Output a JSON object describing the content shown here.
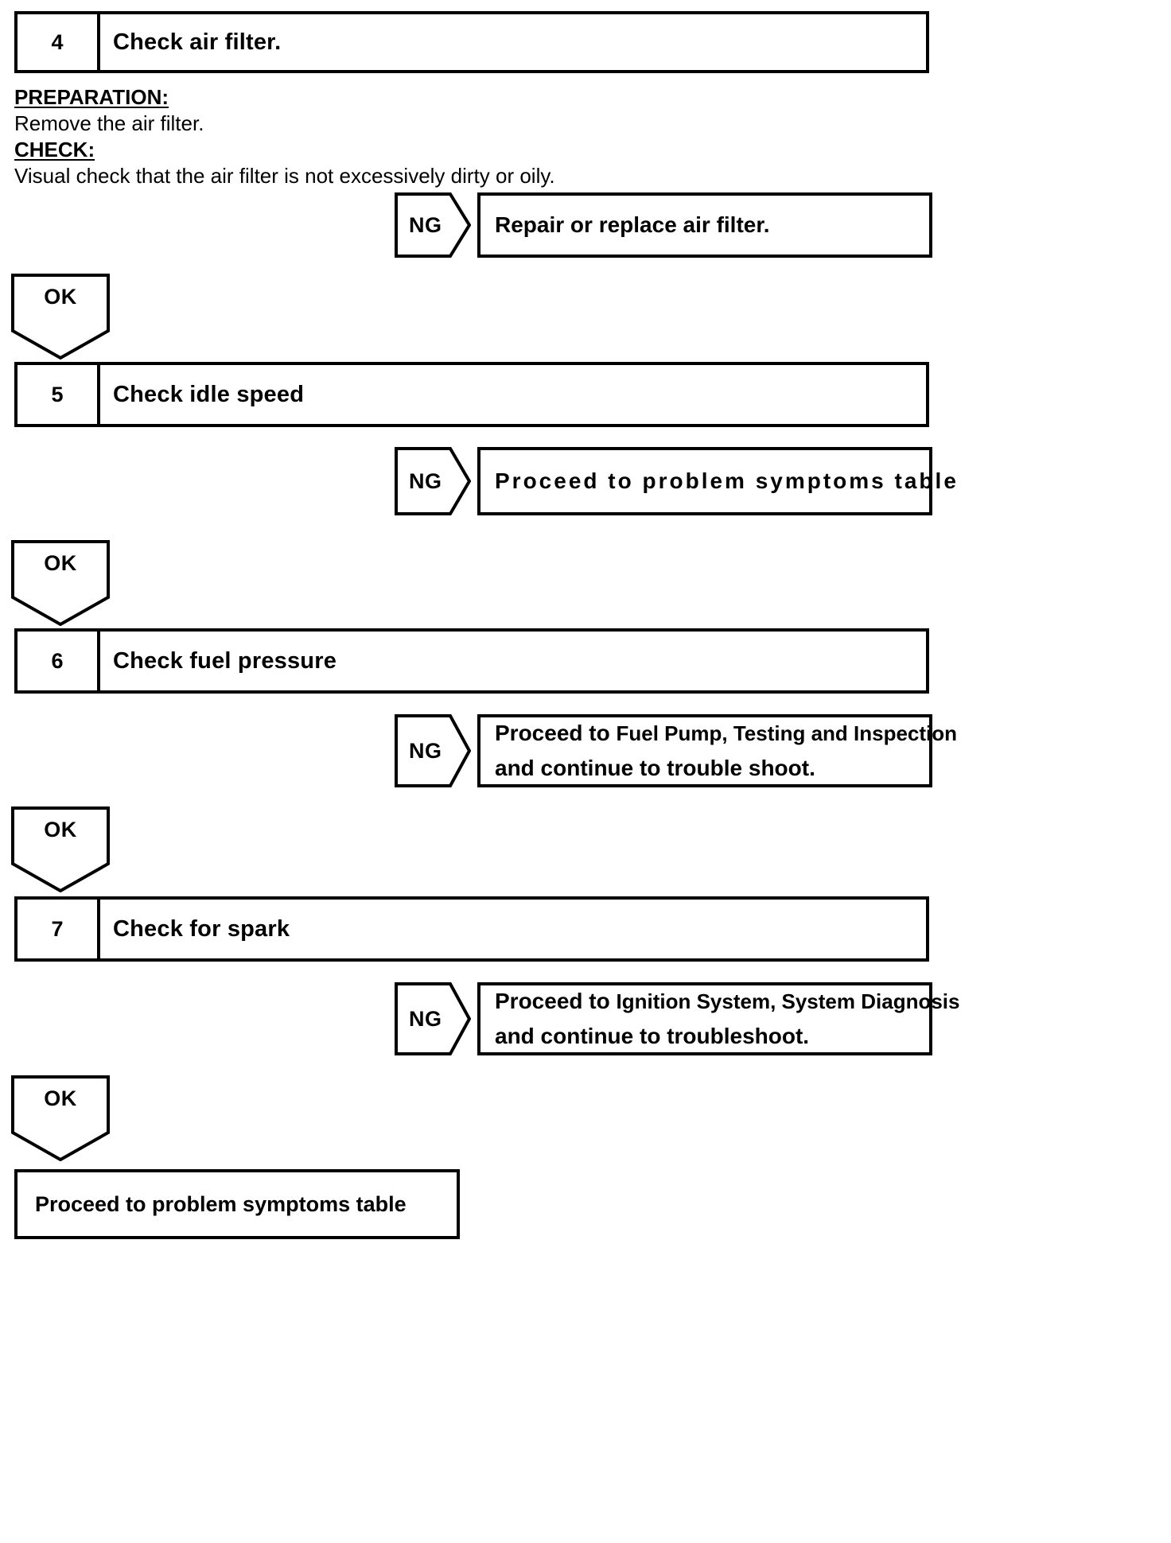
{
  "document": {
    "type": "diagnostic-flowchart",
    "title": "Engine troubleshooting flow chart (steps 4-7)"
  },
  "steps": [
    {
      "number": "4",
      "title": "Check air filter.",
      "notes": [
        {
          "label": "PREPARATION:",
          "style": "heading"
        },
        {
          "label": "Remove the air filter.",
          "style": "body"
        },
        {
          "label": "CHECK:",
          "style": "heading"
        },
        {
          "label": "Visual check that the air filter is not excessively dirty or oily.",
          "style": "body"
        }
      ],
      "ng": {
        "label": "NG",
        "lines": [
          "Repair or replace air filter."
        ]
      },
      "ok": {
        "label": "OK"
      }
    },
    {
      "number": "5",
      "title": "Check idle speed",
      "notes": [],
      "ng": {
        "label": "NG",
        "lines": [
          "Proceed to problem symptoms table"
        ]
      },
      "ok": {
        "label": "OK"
      }
    },
    {
      "number": "6",
      "title": "Check fuel pressure",
      "notes": [],
      "ng": {
        "label": "NG",
        "lines": [
          "Proceed to Fuel Pump, Testing and Inspection",
          "and continue to trouble shoot."
        ],
        "line1_lead": "Proceed to ",
        "line1_ref": "Fuel Pump, Testing and Inspection"
      },
      "ok": {
        "label": "OK"
      }
    },
    {
      "number": "7",
      "title": "Check for spark",
      "notes": [],
      "ng": {
        "label": "NG",
        "lines": [
          "Proceed to Ignition System, System Diagnosis",
          "and continue to troubleshoot."
        ],
        "line1_lead": "Proceed to ",
        "line1_ref": "Ignition System, System Diagnosis"
      },
      "ok": {
        "label": "OK"
      }
    }
  ],
  "final": {
    "label": "Proceed to problem symptoms table"
  },
  "colors": {
    "ink": "#000000",
    "paper": "#ffffff"
  }
}
